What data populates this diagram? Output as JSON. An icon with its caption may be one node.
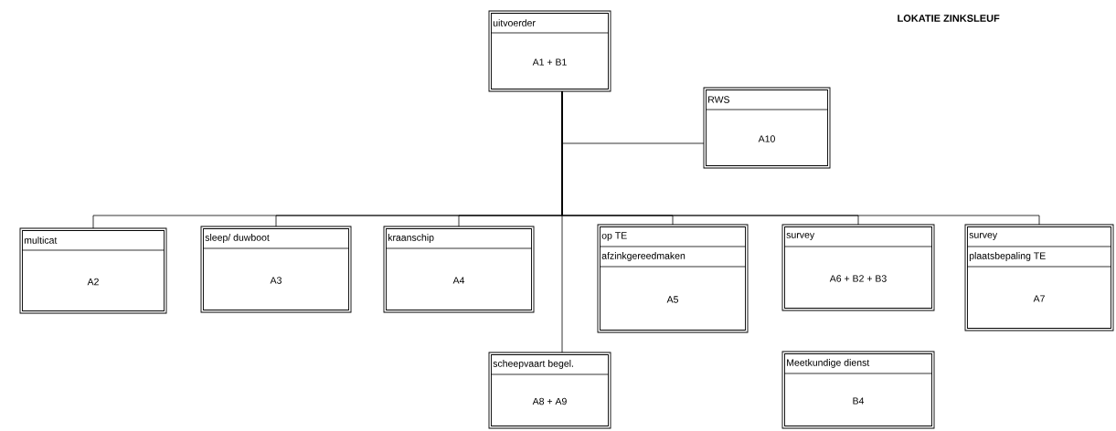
{
  "diagram": {
    "title": "LOKATIE ZINKSLEUF",
    "nodes": [
      {
        "text": [
          "uitvoerder",
          "A1 + B1"
        ]
      },
      {
        "text": [
          "RWS",
          "A10"
        ]
      },
      {
        "text": [
          "multicat",
          "A2"
        ]
      },
      {
        "text": [
          "sleep/ duwboot",
          "A3"
        ]
      },
      {
        "text": [
          "kraanschip",
          "A4"
        ]
      },
      {
        "text": [
          "op TE",
          "afzinkgereedmaken",
          "A5"
        ]
      },
      {
        "text": [
          "survey",
          "A6 + B2 + B3"
        ]
      },
      {
        "text": [
          "survey",
          "plaatsbepaling TE",
          "A7"
        ]
      },
      {
        "text": [
          "scheepvaart begel.",
          "A8 + A9"
        ]
      },
      {
        "text": [
          "Meetkundige dienst",
          "B4"
        ]
      }
    ],
    "edges": [
      {
        "from": 0,
        "to": 1,
        "arrow": "none"
      },
      {
        "from": 0,
        "to": 2,
        "arrow": "none"
      },
      {
        "from": 0,
        "to": 3,
        "arrow": "none"
      },
      {
        "from": 0,
        "to": 4,
        "arrow": "none"
      },
      {
        "from": 0,
        "to": 5,
        "arrow": "none"
      },
      {
        "from": 0,
        "to": 6,
        "arrow": "none"
      },
      {
        "from": 0,
        "to": 7,
        "arrow": "none"
      },
      {
        "from": 0,
        "to": 8,
        "arrow": "none"
      }
    ]
  }
}
